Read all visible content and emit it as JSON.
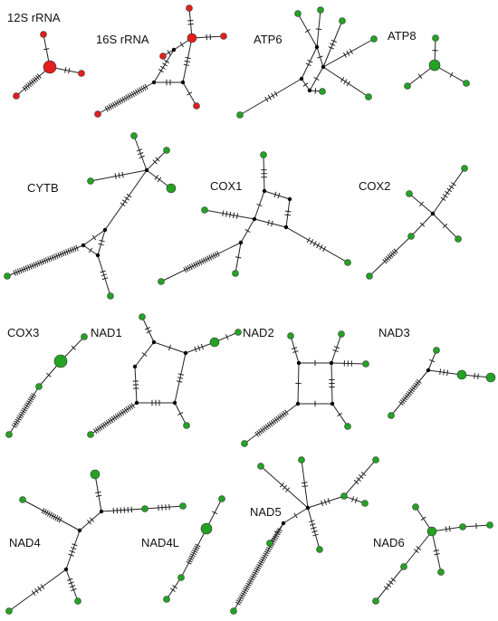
{
  "colors": {
    "red": "#e21e1e",
    "green": "#23a223",
    "median": "#000000",
    "line": "#222222"
  },
  "networks": [
    {
      "id": "12s",
      "label": "12S rRNA"
    },
    {
      "id": "16s",
      "label": "16S rRNA"
    },
    {
      "id": "atp6",
      "label": "ATP6"
    },
    {
      "id": "atp8",
      "label": "ATP8"
    },
    {
      "id": "cytb",
      "label": "CYTB"
    },
    {
      "id": "cox1",
      "label": "COX1"
    },
    {
      "id": "cox2",
      "label": "COX2"
    },
    {
      "id": "cox3",
      "label": "COX3"
    },
    {
      "id": "nad1",
      "label": "NAD1"
    },
    {
      "id": "nad2",
      "label": "NAD2"
    },
    {
      "id": "nad3",
      "label": "NAD3"
    },
    {
      "id": "nad4",
      "label": "NAD4"
    },
    {
      "id": "nad4l",
      "label": "NAD4L"
    },
    {
      "id": "nad5",
      "label": "NAD5"
    },
    {
      "id": "nad6",
      "label": "NAD6"
    }
  ]
}
